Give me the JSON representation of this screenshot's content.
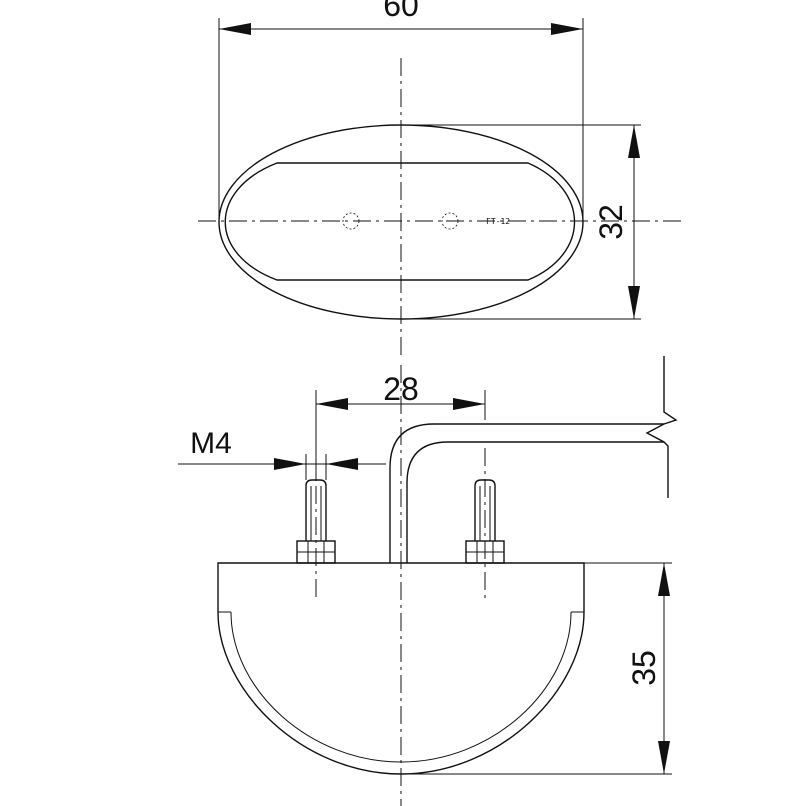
{
  "dimensions": {
    "width": "60",
    "height": "32",
    "stud_spacing": "28",
    "thread": "M4",
    "depth": "35"
  },
  "part_label": "FT-12"
}
